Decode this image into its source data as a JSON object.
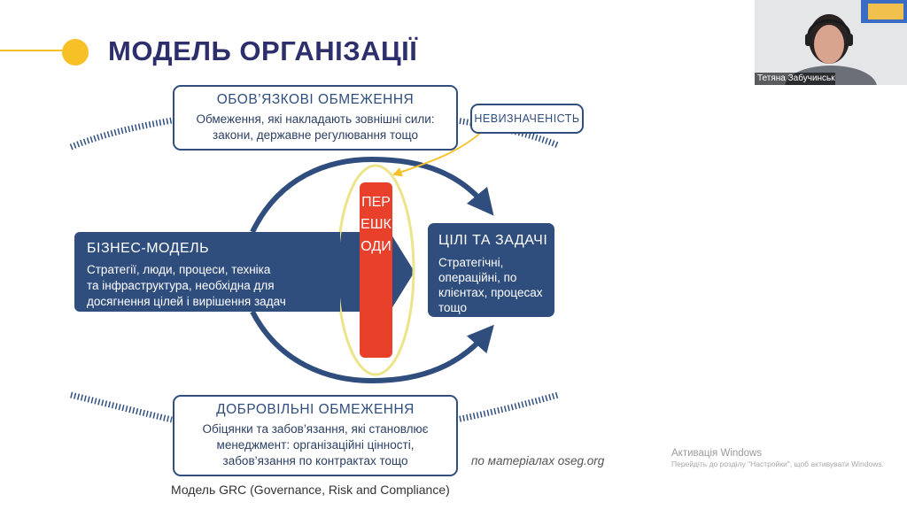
{
  "slide": {
    "title": "МОДЕЛЬ ОРГАНІЗАЦІЇ",
    "top_box": {
      "title": "ОБОВ’ЯЗКОВІ ОБМЕЖЕННЯ",
      "line1": "Обмеження, які накладають зовнішні сили:",
      "line2": "закони, державне регулювання тощо"
    },
    "uncertainty_label": "НЕВИЗНАЧЕНІСТЬ",
    "business_model": {
      "title": "БІЗНЕС-МОДЕЛЬ",
      "line1": "Стратегії, люди, процеси, техніка",
      "line2": "та інфраструктура, необхідна для",
      "line3": "досягнення цілей і вирішення задач"
    },
    "obstacles_label": "ПЕРЕШКОДИ",
    "goals": {
      "title": "ЦІЛІ ТА ЗАДАЧІ",
      "line1": "Стратегічні,",
      "line2": "операційні, по",
      "line3": "клієнтах, процесах",
      "line4": "тощо"
    },
    "bottom_box": {
      "title": "ДОБРОВІЛЬНІ ОБМЕЖЕННЯ",
      "line1": "Обіцянки та забов’язання, які становлює",
      "line2": "менеджмент: організаційні цінності,",
      "line3": "забов’язання по контрактах тощо"
    },
    "source": "по матеріалах oseg.org",
    "caption": "Модель GRC (Governance, Risk and Compliance)"
  },
  "webcam": {
    "participant_name": "Тетяна Забучинськ..."
  },
  "windows_watermark": {
    "line1": "Активація Windows",
    "line2": "Перейдіть до розділу \"Настройки\", щоб активувати Windows."
  },
  "colors": {
    "navy": "#2f4e7e",
    "title": "#2c2f6b",
    "red": "#e8402b",
    "accent_yellow": "#f6c026"
  }
}
